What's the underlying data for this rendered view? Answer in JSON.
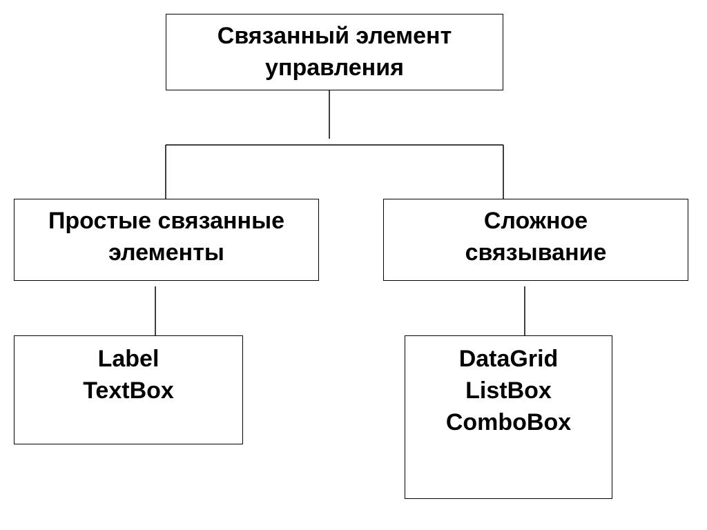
{
  "diagram": {
    "root": {
      "lines": [
        "Связанный элемент",
        "управления"
      ]
    },
    "branches": [
      {
        "lines": [
          "Простые связанные",
          "элементы"
        ],
        "child": {
          "items": [
            "Label",
            "TextBox"
          ]
        }
      },
      {
        "lines": [
          "Сложное",
          "связывание"
        ],
        "child": {
          "items": [
            "DataGrid",
            "ListBox",
            "ComboBox"
          ]
        }
      }
    ]
  }
}
